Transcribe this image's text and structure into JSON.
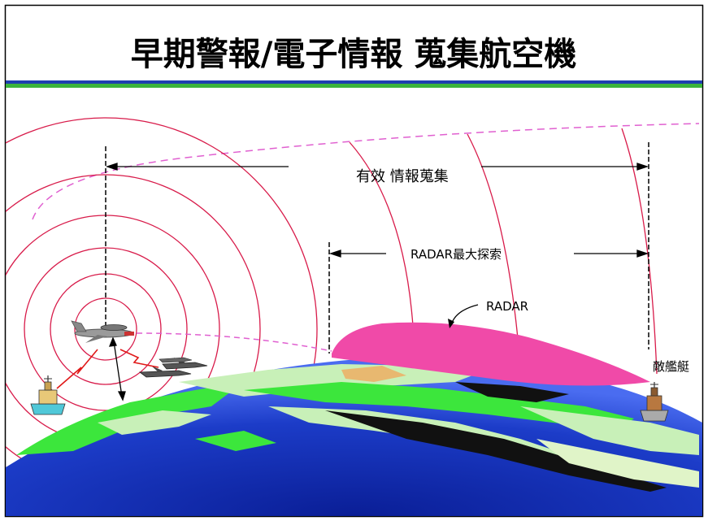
{
  "title": "早期警報/電子情報 蒐集航空機",
  "labels": {
    "effective_intel": "有效 情報蒐集",
    "radar_max_search": "RADAR最大探索",
    "radar": "RADAR",
    "enemy_ship": "敵艦艇"
  },
  "colors": {
    "title_text": "#000000",
    "title_rule_blue": "#1e3fb0",
    "title_rule_green": "#3cb43c",
    "radar_ring": "#d81b4a",
    "radar_lobe": "#f04aa8",
    "earth_blue": "#1730b8",
    "land_green": "#3ce63c",
    "land_light": "#c8f0b8"
  }
}
